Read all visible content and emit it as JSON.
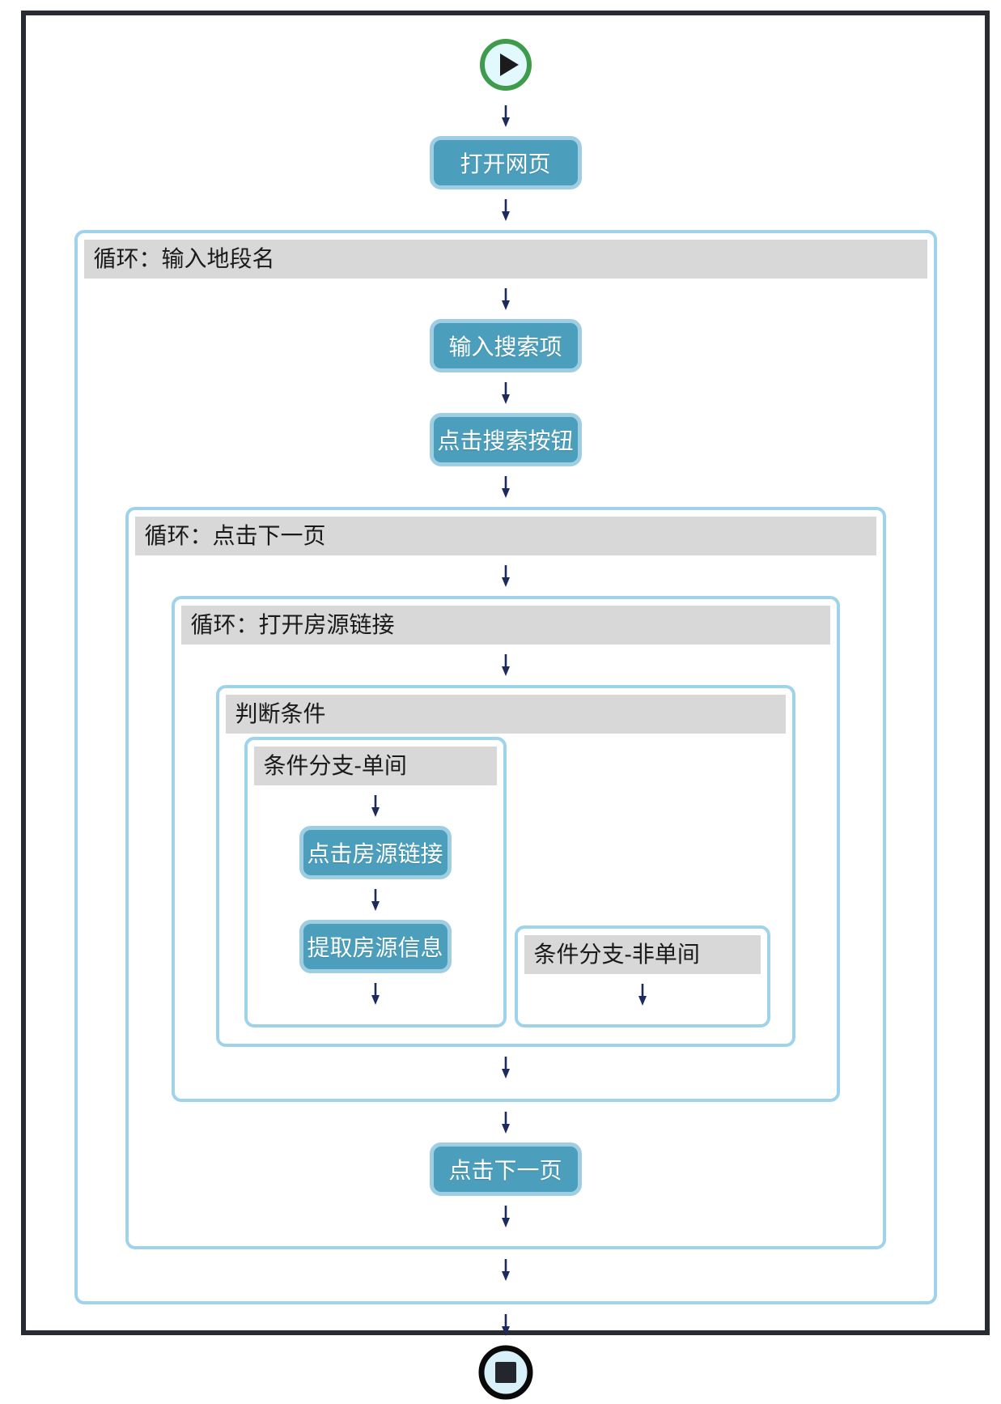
{
  "colors": {
    "frame_border": "#272c33",
    "container_border": "#9fd3ec",
    "header_bg": "#d8d8d8",
    "header_text": "#1a1a1a",
    "button_bg": "#4b9fbd",
    "button_border": "#9fcee3",
    "button_text": "#ffffff",
    "arrow": "#1d2a5e",
    "start_ring": "#3f9b4c",
    "start_fill": "#e1f8fd",
    "end_ring": "#0a0a0a",
    "end_fill": "#d8f1f8",
    "end_glyph": "#22272e"
  },
  "icons": {
    "start": "play-circle",
    "end": "stop-circle",
    "connector": "arrow-down"
  },
  "workflow": {
    "open_webpage": "打开网页",
    "loop_input_area_name": "循环：输入地段名",
    "enter_search_term": "输入搜索项",
    "click_search_button": "点击搜索按钮",
    "loop_click_next_page": "循环：点击下一页",
    "loop_open_listing_links": "循环：打开房源链接",
    "condition": "判断条件",
    "branch_single_room": "条件分支-单间",
    "click_listing_link": "点击房源链接",
    "extract_listing_info": "提取房源信息",
    "branch_not_single_room": "条件分支-非单间",
    "click_next_page": "点击下一页"
  }
}
